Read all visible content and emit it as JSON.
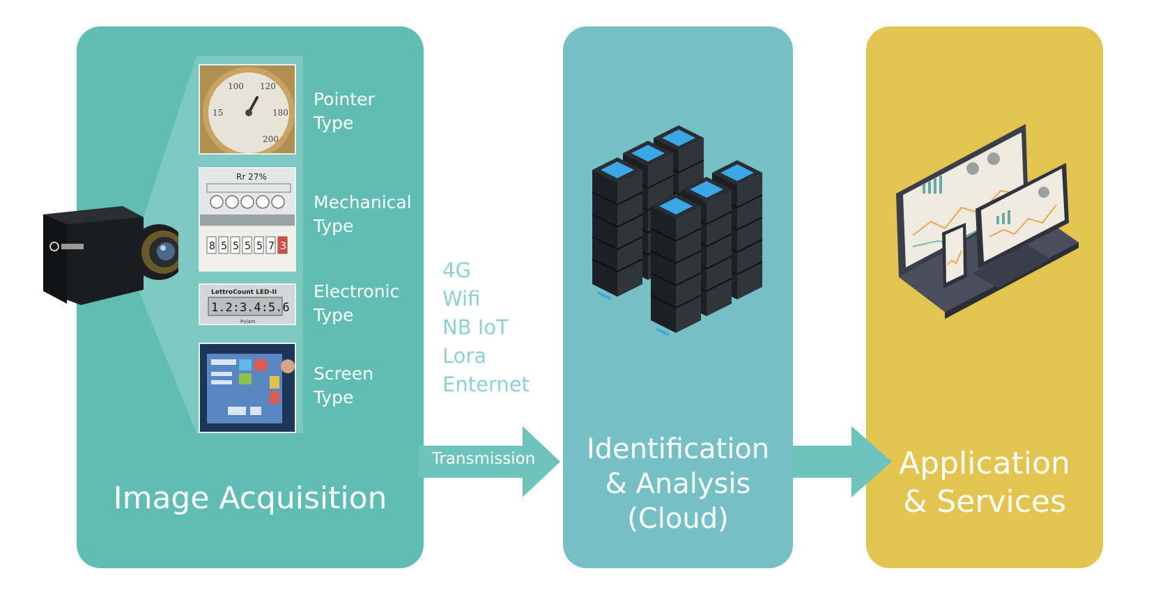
{
  "panels": {
    "acquisition": {
      "title": "Image Acquisition",
      "meter_types": [
        {
          "label": "Pointer\nType"
        },
        {
          "label": "Mechanical\nType"
        },
        {
          "label": "Electronic\nType"
        },
        {
          "label": "Screen\nType"
        }
      ],
      "gauge_text": {
        "top": "100",
        "top_right": "120",
        "left": "15",
        "right": "180",
        "bottom": "200"
      },
      "mech_text": {
        "percent": "Rr 27%",
        "digits": [
          "8",
          "5",
          "5",
          "5",
          "5",
          "7",
          "3"
        ]
      },
      "lcd_text": {
        "brand": "LettroCount LED-II",
        "reading": "1.2:3.4:5.6",
        "maker": "Pylam"
      }
    },
    "transmission": {
      "label": "Transmission",
      "protocols": [
        "4G",
        "Wifi",
        "NB IoT",
        "Lora",
        "Enternet"
      ]
    },
    "cloud": {
      "title": "Identification\n& Analysis\n(Cloud)"
    },
    "app": {
      "title": "Application\n& Services"
    }
  },
  "colors": {
    "acquisition_bg": "#5fbdb3",
    "cloud_bg": "#75c0c5",
    "app_bg": "#e3c44f",
    "protocol_text": "#8fd0cf",
    "arrow": "#6cc4bd"
  },
  "icons": [
    "camera-icon",
    "server-rack-icon",
    "laptop-icon",
    "tablet-icon",
    "phone-icon"
  ]
}
